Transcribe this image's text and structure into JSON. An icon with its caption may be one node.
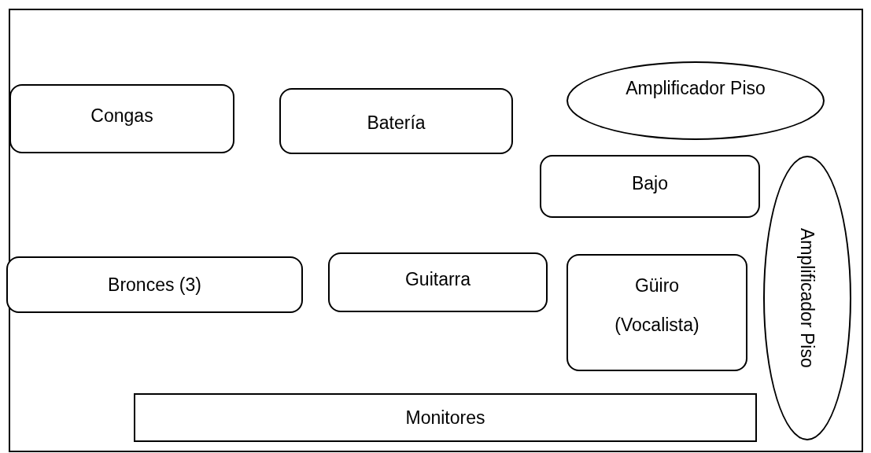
{
  "diagram": {
    "nodes": [
      {
        "text": [
          "Amplificador Piso"
        ]
      },
      {
        "text": [
          "Congas"
        ]
      },
      {
        "text": [
          "Batería"
        ]
      },
      {
        "text": [
          "Bajo"
        ]
      },
      {
        "text": [
          "Amplificador Piso"
        ]
      },
      {
        "text": [
          "Bronces (3)"
        ]
      },
      {
        "text": [
          "Guitarra"
        ]
      },
      {
        "text": [
          "Güiro",
          "(Vocalista)"
        ]
      },
      {
        "text": [
          "Monitores"
        ]
      }
    ]
  }
}
